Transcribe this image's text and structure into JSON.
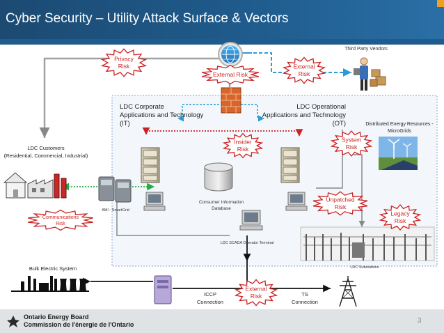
{
  "title": "Cyber Security – Utility Attack Surface & Vectors",
  "labels": {
    "third_party_vendors": "Third Party Vendors",
    "ldc_corporate": [
      "LDC Corporate",
      "Applications and Technology",
      "(IT)"
    ],
    "ldc_operational": [
      "LDC Operational",
      "Applications and Technology",
      "(OT)"
    ],
    "distributed_energy": [
      "Distributed Energy Resources -",
      "MicroGrids"
    ],
    "ldc_customers": [
      "LDC Customers",
      "(Residential, Commercial, Industrial)"
    ],
    "consumer_db": [
      "Consumer Information",
      "Database"
    ],
    "ami_smartgrid": "AMI - SmartGrid",
    "scada_terminal": "LDC SCADA Operator Terminal",
    "ldc_substations": "LDC Substations",
    "bulk_electric": "Bulk Electric System",
    "iccp": [
      "ICCP",
      "Connection"
    ],
    "ts": [
      "TS",
      "Connection"
    ]
  },
  "risks": {
    "privacy": [
      "Privacy",
      "Risk"
    ],
    "external_top": "External Risk",
    "external_vendor": [
      "External",
      "Risk"
    ],
    "insider": [
      "Insider",
      "Risk"
    ],
    "system": [
      "System",
      "Risk"
    ],
    "communications": [
      "Communications",
      "Risk"
    ],
    "unpatched": [
      "Unpatched",
      "Risk"
    ],
    "legacy": [
      "Legacy",
      "Risk"
    ],
    "external_bottom": [
      "External",
      "Risk"
    ]
  },
  "footer": {
    "org_en": "Ontario Energy Board",
    "org_fr": "Commission de l'énergie de l'Ontario",
    "page": "3"
  },
  "colors": {
    "title_bar": "#1f5b8c",
    "risk_starburst_stroke": "#cc2222",
    "insider_arrow": "#cc2222",
    "external_arrow": "#2a9bd6",
    "comms_arrow": "#22aa44",
    "boundary": "#9ab3d6"
  },
  "icons": [
    "globe-icon",
    "firewall-icon",
    "server-icon",
    "database-icon",
    "workstation-icon",
    "meter-icon",
    "house-icon",
    "factory-icon",
    "vendor-person-icon",
    "solar-wind-icon",
    "substation-icon",
    "power-plant-icon",
    "transmission-tower-icon",
    "control-server-icon",
    "oeb-trillium-logo"
  ]
}
